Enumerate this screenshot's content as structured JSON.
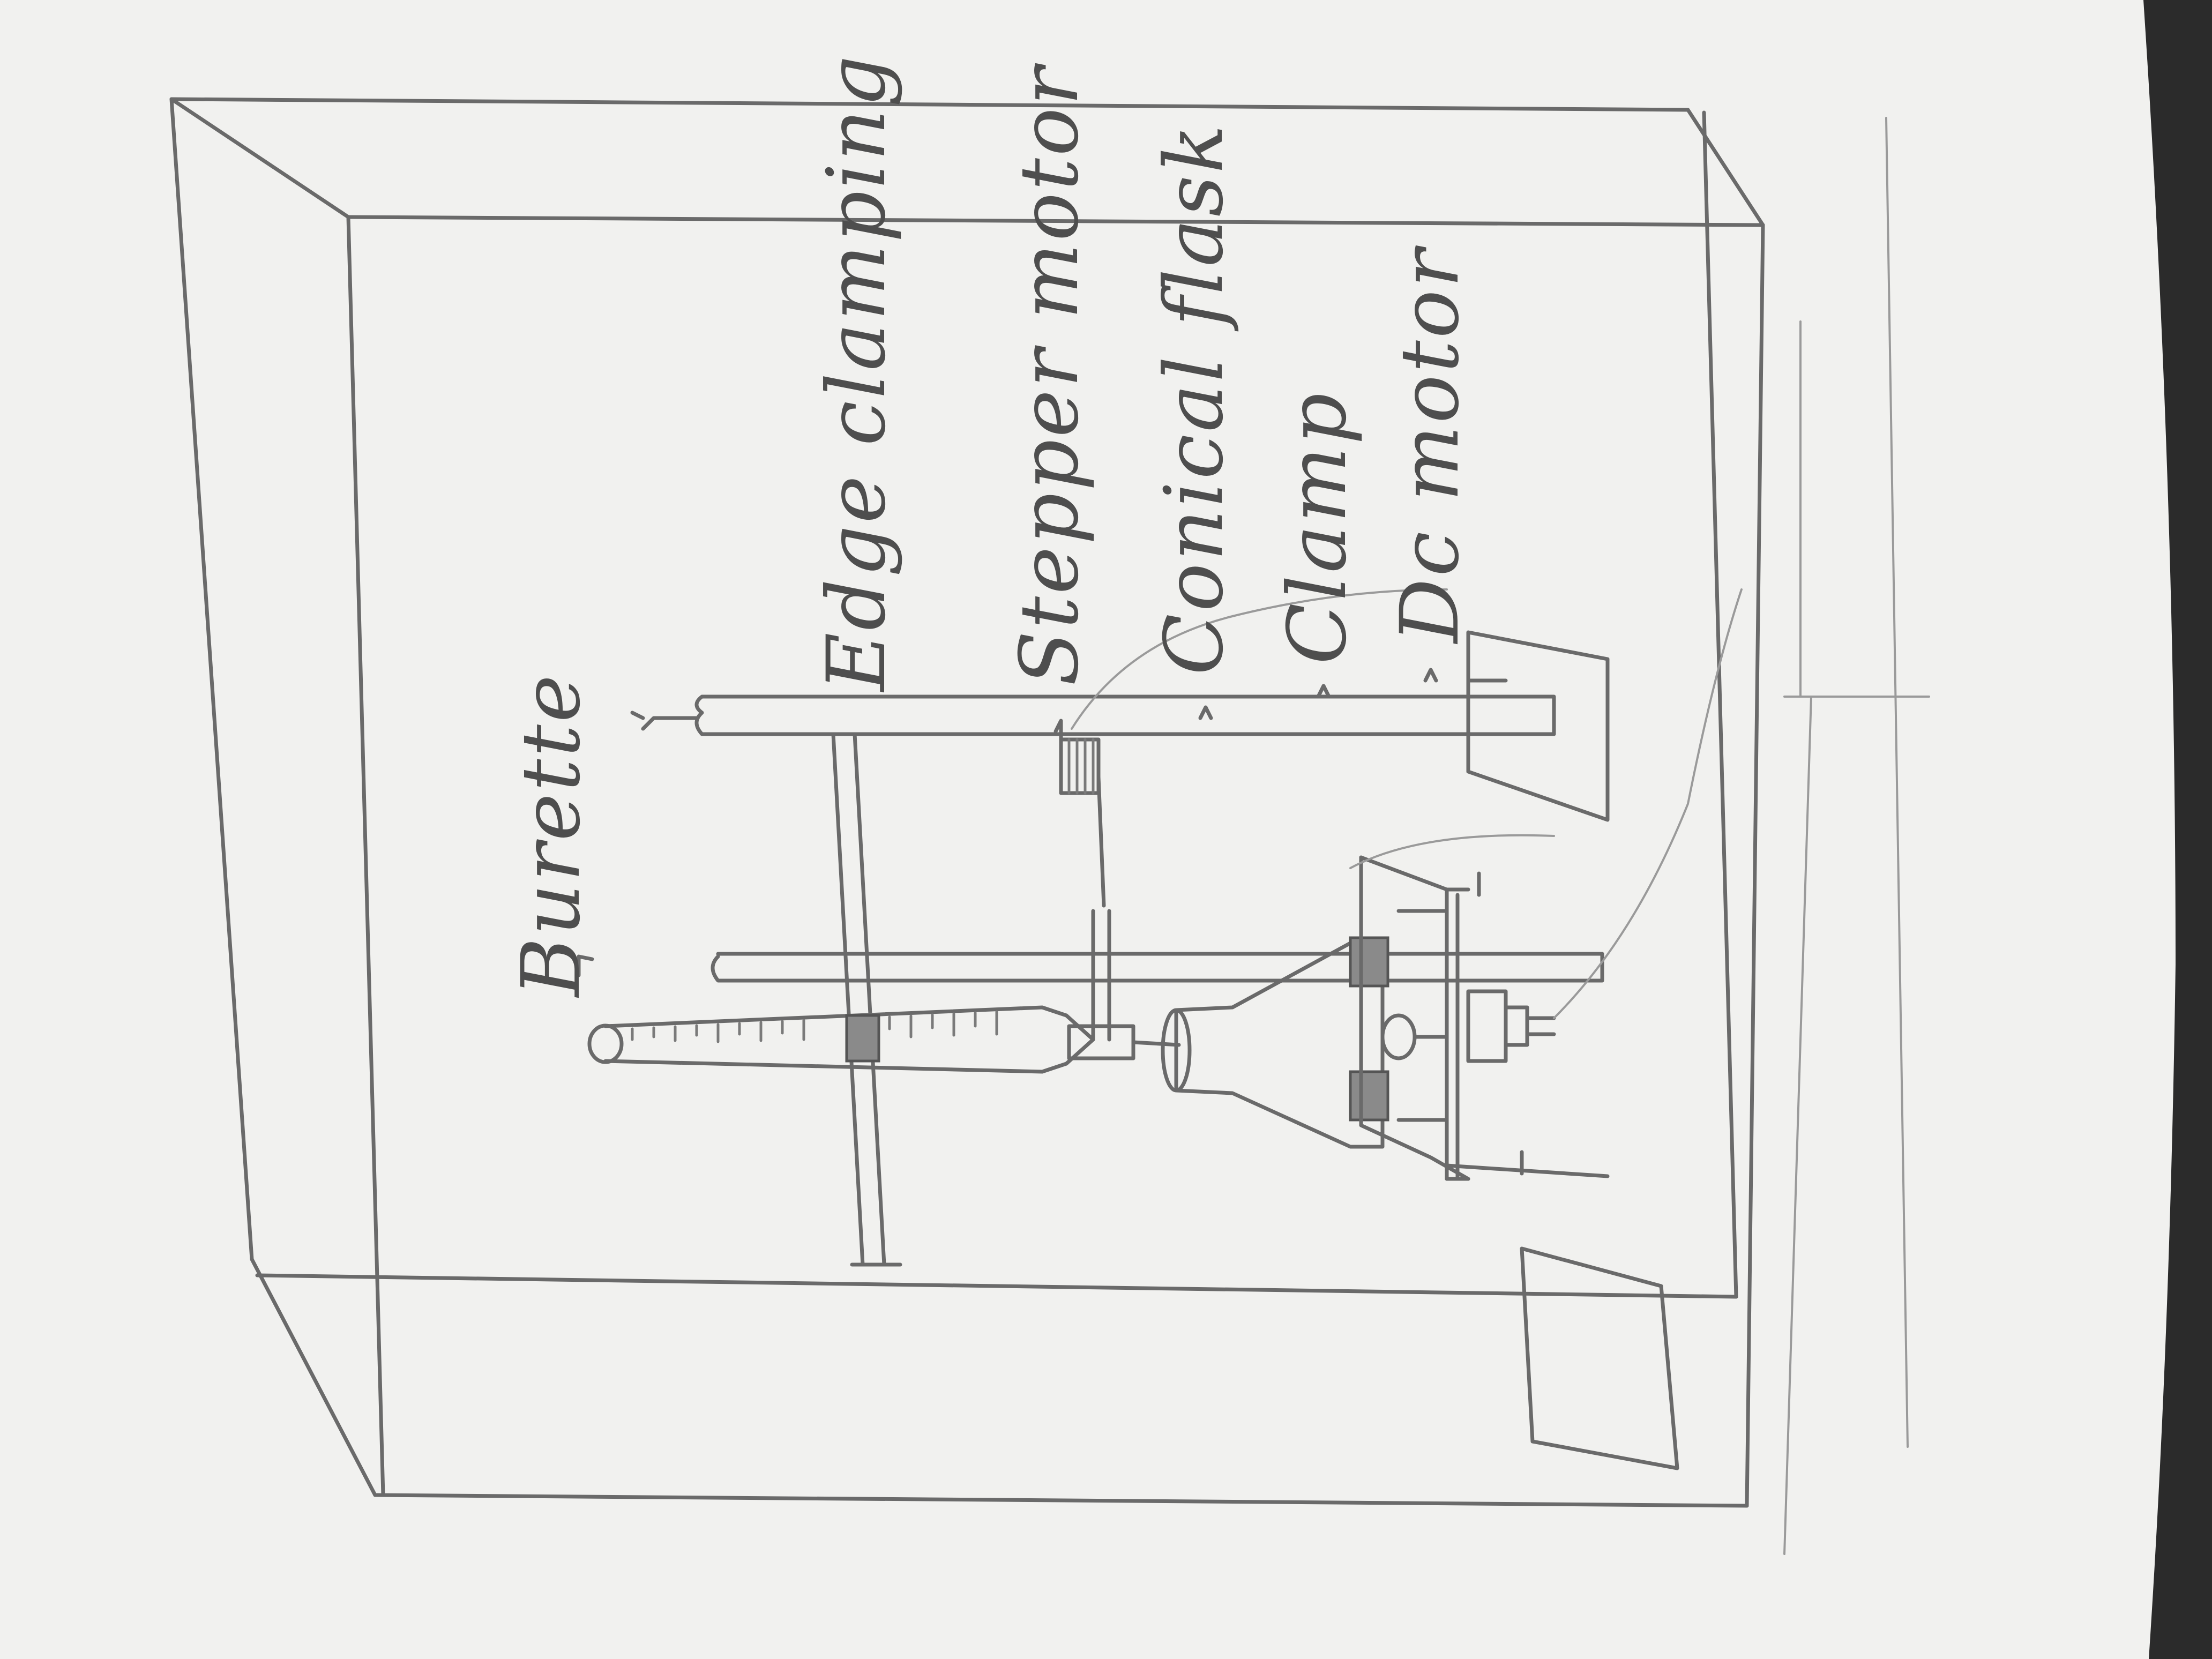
{
  "labels": {
    "burette": "Burette",
    "edge_clamping": "Edge clamping",
    "stepper_motor": "Stepper motor",
    "conical_flask": "Conical flask",
    "clamp": "Clamp",
    "dc_motor": "Dc motor"
  },
  "colors": {
    "paper": "#f1f1ef",
    "pencil": "#6a6a6a",
    "background": "#e6e6e4"
  }
}
